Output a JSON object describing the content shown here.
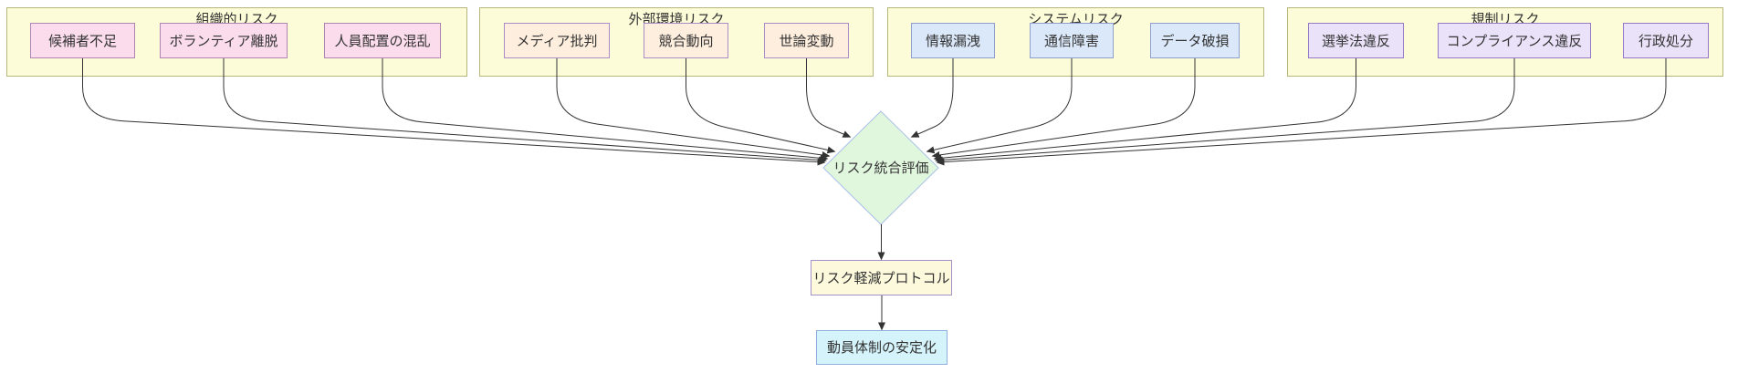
{
  "diagram": {
    "type": "flowchart",
    "direction": "top-down",
    "groups": [
      {
        "id": "g1",
        "label": "組織的リスク"
      },
      {
        "id": "g2",
        "label": "外部環境リスク"
      },
      {
        "id": "g3",
        "label": "システムリスク"
      },
      {
        "id": "g4",
        "label": "規制リスク"
      }
    ],
    "nodes": {
      "kouho": {
        "label": "候補者不足",
        "group": "g1",
        "shape": "rect",
        "fill": "#fbdcec",
        "border": "#b184b1"
      },
      "volunteer": {
        "label": "ボランティア離脱",
        "group": "g1",
        "shape": "rect",
        "fill": "#fbdcec",
        "border": "#b184b1"
      },
      "jinin": {
        "label": "人員配置の混乱",
        "group": "g1",
        "shape": "rect",
        "fill": "#fbdcec",
        "border": "#b184b1"
      },
      "media": {
        "label": "メディア批判",
        "group": "g2",
        "shape": "rect",
        "fill": "#feeedd",
        "border": "#ab8cc8"
      },
      "kyougou": {
        "label": "競合動向",
        "group": "g2",
        "shape": "rect",
        "fill": "#feeedd",
        "border": "#ab8cc8"
      },
      "seron": {
        "label": "世論変動",
        "group": "g2",
        "shape": "rect",
        "fill": "#feeedd",
        "border": "#ab8cc8"
      },
      "jouhou": {
        "label": "情報漏洩",
        "group": "g3",
        "shape": "rect",
        "fill": "#dbe8fa",
        "border": "#8e9ed1"
      },
      "tsuushin": {
        "label": "通信障害",
        "group": "g3",
        "shape": "rect",
        "fill": "#dbe8fa",
        "border": "#8e9ed1"
      },
      "hason": {
        "label": "データ破損",
        "group": "g3",
        "shape": "rect",
        "fill": "#dbe8fa",
        "border": "#8e9ed1"
      },
      "senkyo": {
        "label": "選挙法違反",
        "group": "g4",
        "shape": "rect",
        "fill": "#e9e2f9",
        "border": "#9678c8"
      },
      "compliance": {
        "label": "コンプライアンス違反",
        "group": "g4",
        "shape": "rect",
        "fill": "#e9e2f9",
        "border": "#9678c8"
      },
      "gyousei": {
        "label": "行政処分",
        "group": "g4",
        "shape": "rect",
        "fill": "#e9e2f9",
        "border": "#9678c8"
      },
      "hyoka": {
        "label": "リスク統合評価",
        "shape": "diamond",
        "fill": "#e0f7de",
        "border": "#a9c0e8"
      },
      "keigen": {
        "label": "リスク軽減プロトコル",
        "shape": "rect",
        "fill": "#fdf9dd",
        "border": "#a591c8"
      },
      "antei": {
        "label": "動員体制の安定化",
        "shape": "rect",
        "fill": "#d5f3fa",
        "border": "#90aede"
      }
    },
    "edges": [
      {
        "from": "kouho",
        "to": "hyoka"
      },
      {
        "from": "volunteer",
        "to": "hyoka"
      },
      {
        "from": "jinin",
        "to": "hyoka"
      },
      {
        "from": "media",
        "to": "hyoka"
      },
      {
        "from": "kyougou",
        "to": "hyoka"
      },
      {
        "from": "seron",
        "to": "hyoka"
      },
      {
        "from": "jouhou",
        "to": "hyoka"
      },
      {
        "from": "tsuushin",
        "to": "hyoka"
      },
      {
        "from": "hason",
        "to": "hyoka"
      },
      {
        "from": "senkyo",
        "to": "hyoka"
      },
      {
        "from": "compliance",
        "to": "hyoka"
      },
      {
        "from": "gyousei",
        "to": "hyoka"
      }
    ],
    "chain_edges": [
      {
        "from": "hyoka",
        "to": "keigen"
      },
      {
        "from": "keigen",
        "to": "antei"
      }
    ]
  },
  "colors": {
    "background": "#ffffff",
    "cluster_fill": "#fcfcd8",
    "cluster_border": "#b6b67c",
    "edge": "#333333",
    "text": "#333333"
  }
}
